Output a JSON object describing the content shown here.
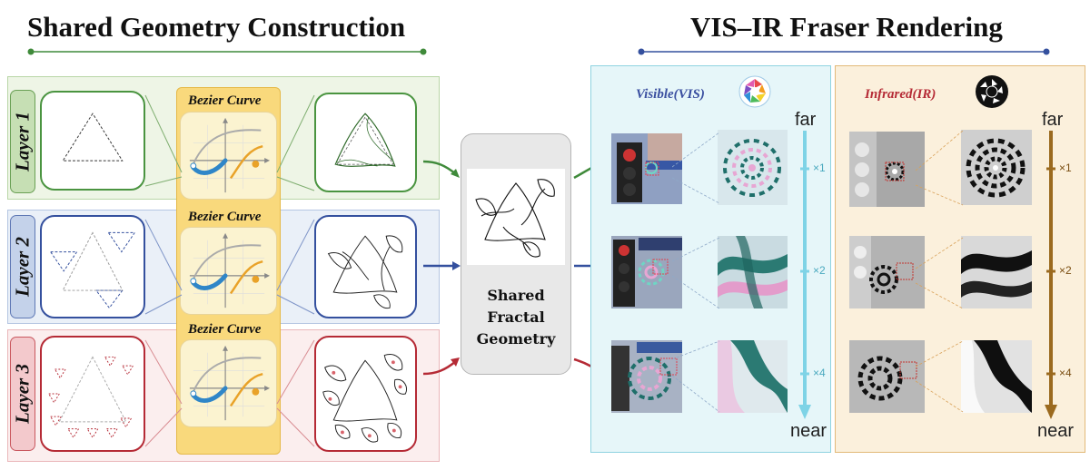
{
  "left_title": "Shared Geometry Construction",
  "right_title": "VIS–IR Fraser Rendering",
  "layers": [
    {
      "label": "Layer 1",
      "bezier_label": "Bezier Curve",
      "color": "#3f8a3a"
    },
    {
      "label": "Layer 2",
      "bezier_label": "Bezier Curve",
      "color": "#34509e"
    },
    {
      "label": "Layer 3",
      "bezier_label": "Bezier Curve",
      "color": "#b52a35"
    }
  ],
  "center_label": {
    "line1": "Shared",
    "line2": "Fractal",
    "line3": "Geometry"
  },
  "visible": {
    "label": "Visible(VIS)",
    "color": "#3a4fa0",
    "axis_far": "far",
    "axis_near": "near",
    "scales": [
      "×1",
      "×2",
      "×4"
    ],
    "axis_color": "#7ed3e6"
  },
  "infrared": {
    "label": "Infrared(IR)",
    "color": "#b52a35",
    "axis_far": "far",
    "axis_near": "near",
    "scales": [
      "×1",
      "×2",
      "×4"
    ],
    "axis_color": "#9b6a1f"
  },
  "icons": {
    "vis": "rainbow-aperture-icon",
    "ir": "black-aperture-icon"
  }
}
